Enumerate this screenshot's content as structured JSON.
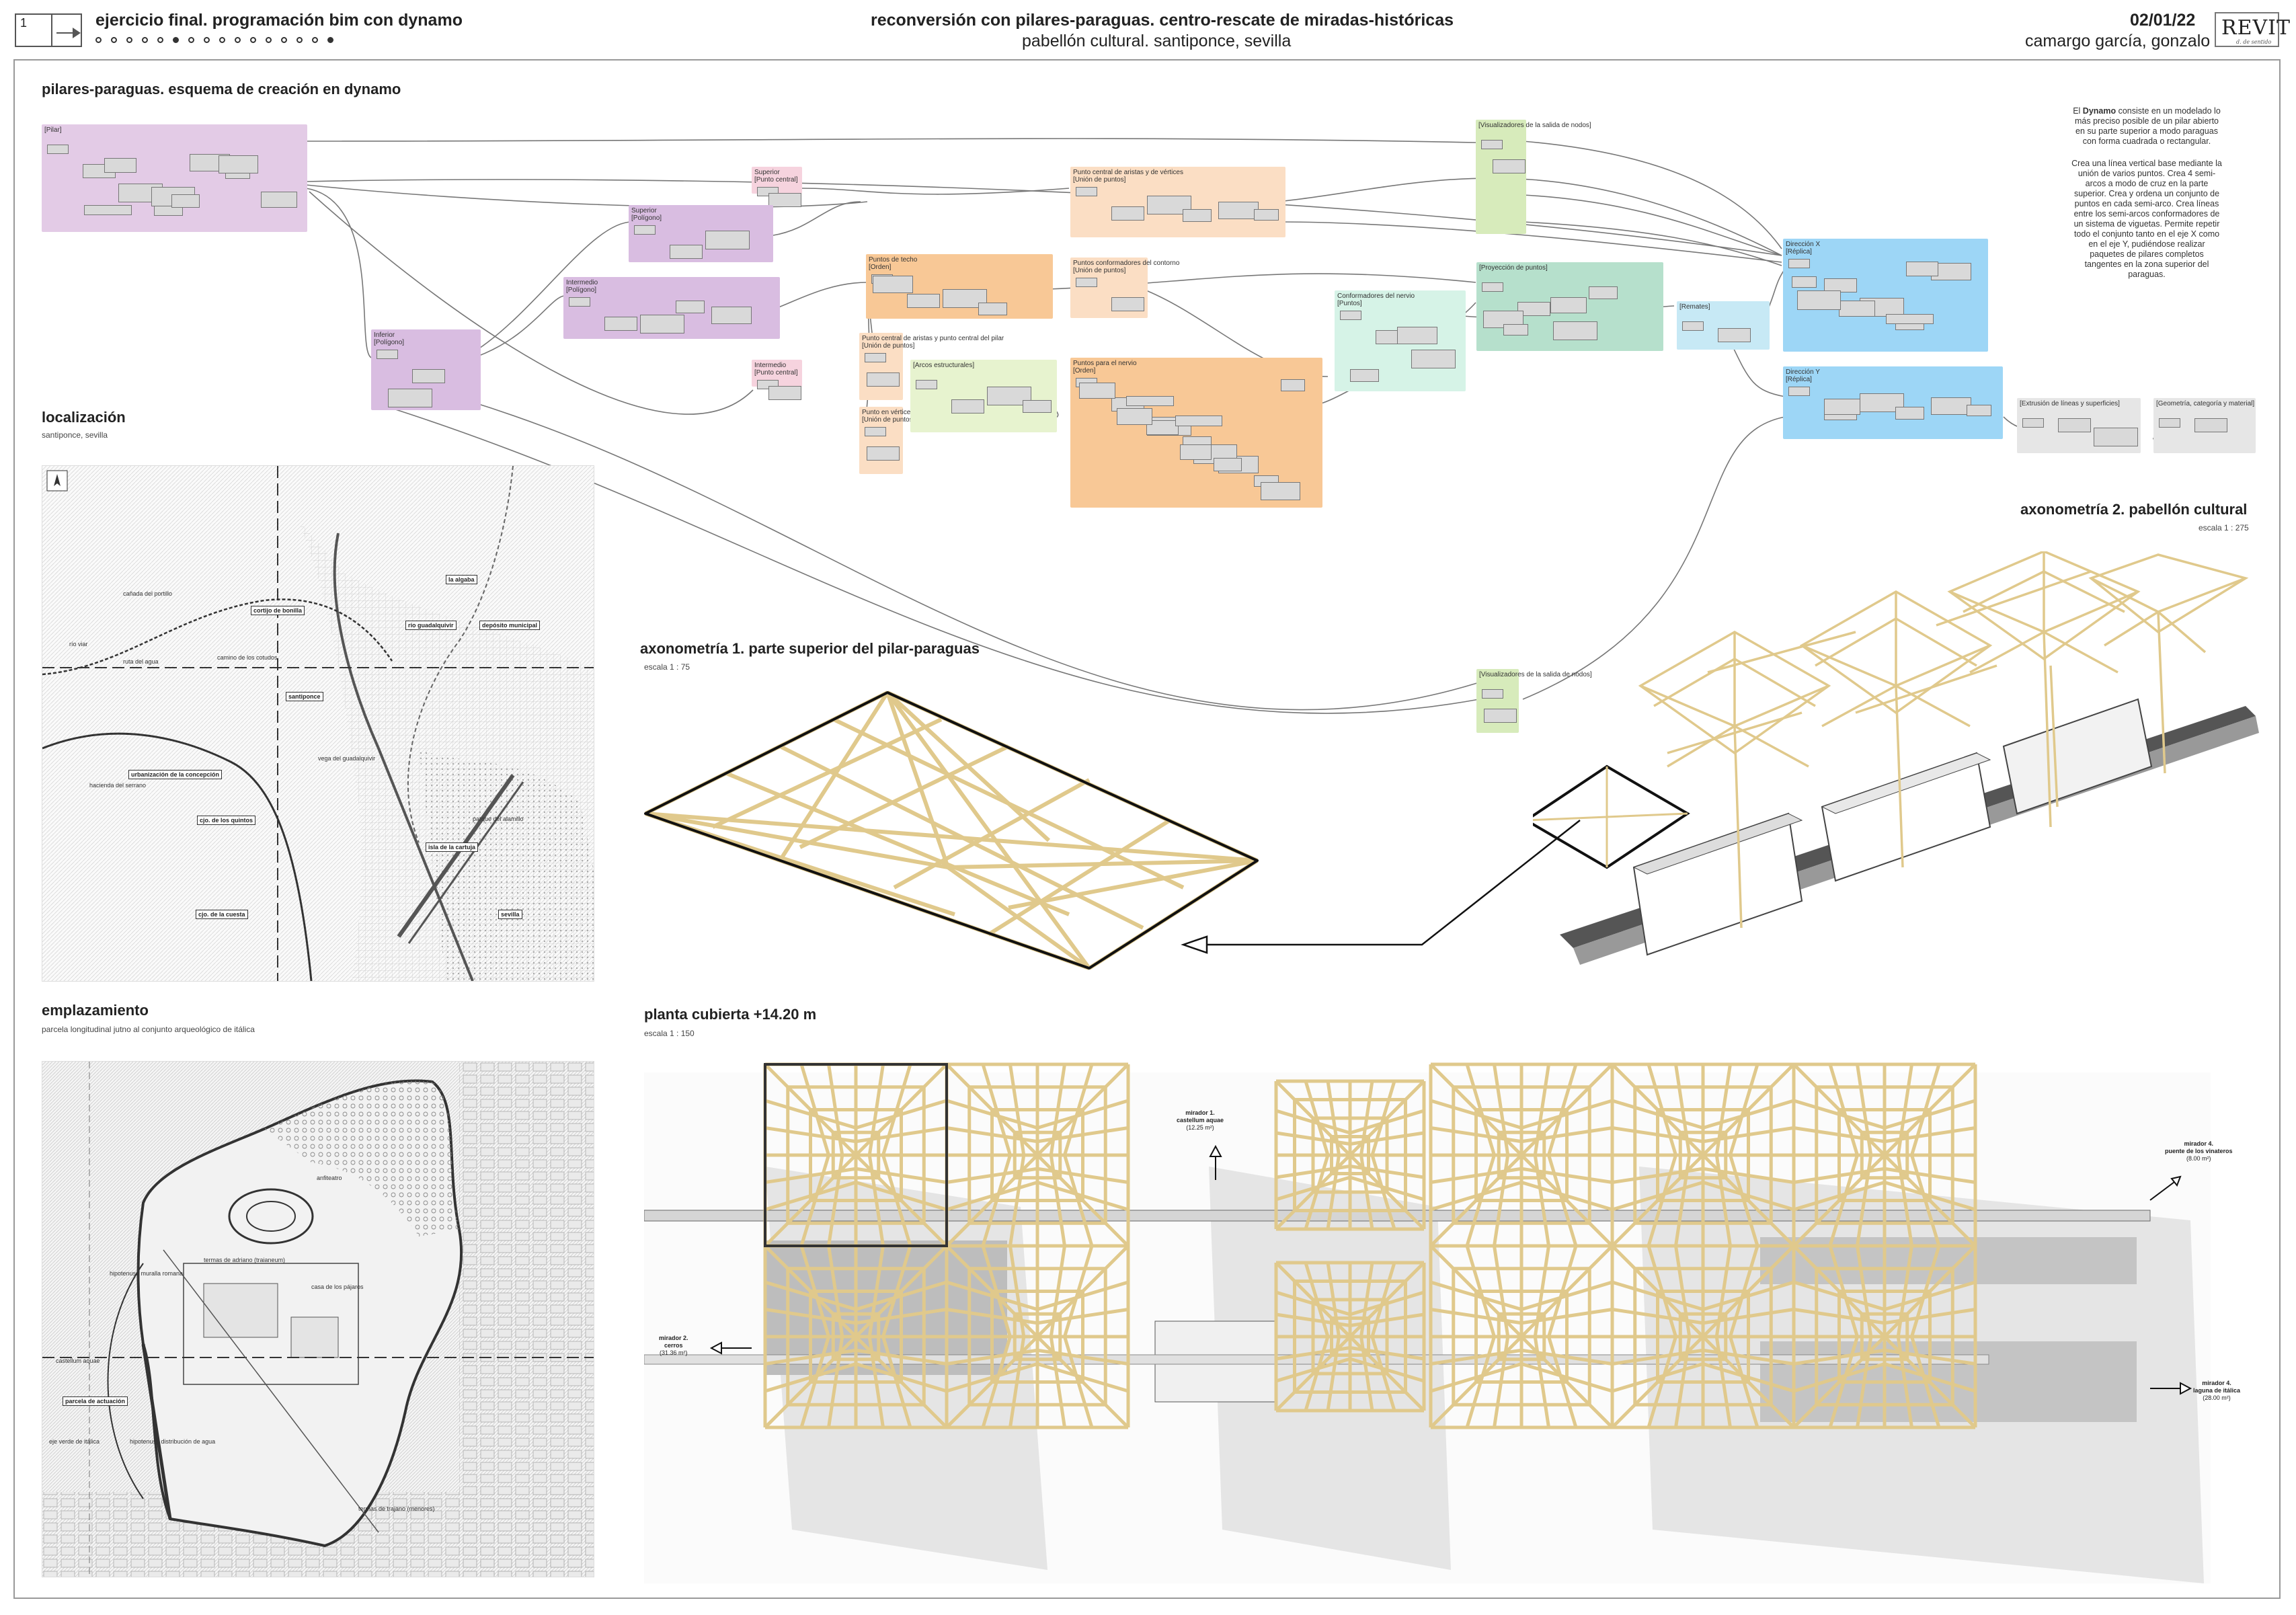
{
  "header": {
    "sheet_number": "1",
    "course_title": "ejercicio final. programación bim con dynamo",
    "project_title": "reconversión con pilares-paraguas. centro-rescate de miradas-históricas",
    "project_subtitle": "pabellón cultural. santiponce, sevilla",
    "date": "02/01/22",
    "author": "camargo garcía, gonzalo",
    "logo_text": "REVIT",
    "logo_sub": "d. de sentido"
  },
  "dynamo": {
    "title": "pilares-paraguas. esquema de creación en dynamo",
    "description_p1_pre": "El ",
    "description_p1_bold": "Dynamo",
    "description_p1_post": " consiste en un modelado lo más preciso posible de un pilar abierto en su parte superior a modo paraguas con forma cuadrada o rectangular.",
    "description_p2": "Crea una línea vertical base mediante la unión de varios puntos. Crea 4 semi-arcos a modo de cruz en la parte superior. Crea y ordena un conjunto de puntos en cada semi-arco. Crea líneas entre los semi-arcos conformadores de un sistema de viguetas. Permite repetir todo el conjunto tanto en el eje X como en el eje Y, pudiéndose realizar paquetes de pilares completos tangentes en la zona superior del paraguas.",
    "groups": [
      {
        "id": "pilar",
        "label": "[Pilar]",
        "color": "#e3cbe6"
      },
      {
        "id": "superior-punto",
        "label": "Superior\n[Punto central]",
        "color": "#f6d3de"
      },
      {
        "id": "superior",
        "label": "Superior\n[Polígono]",
        "color": "#d9bde1"
      },
      {
        "id": "intermedio",
        "label": "Intermedio\n[Polígono]",
        "color": "#d9bde1"
      },
      {
        "id": "inferior",
        "label": "Inferior\n[Polígono]",
        "color": "#d9bde1"
      },
      {
        "id": "intermedio-punto",
        "label": "Intermedio\n[Punto central]",
        "color": "#f6d3de"
      },
      {
        "id": "punto-central-aristas",
        "label": "Punto central de aristas y de vértices\n[Unión de puntos]",
        "color": "#fbdec4"
      },
      {
        "id": "puntos-techo",
        "label": "Puntos de techo\n[Orden]",
        "color": "#f8c896"
      },
      {
        "id": "puntos-conformadores",
        "label": "Puntos conformadores del contorno\n[Unión de puntos]",
        "color": "#fbdec4"
      },
      {
        "id": "punto-central-aristas-pilar",
        "label": "Punto central de aristas y punto central del pilar\n[Unión de puntos]",
        "color": "#fbdec4"
      },
      {
        "id": "puntos-vertices",
        "label": "Punto en vértices de aristas y punto central del pilar\n[Unión de puntos]",
        "color": "#fbdec4"
      },
      {
        "id": "arcos",
        "label": "[Arcos estructurales]",
        "color": "#e7f3cf"
      },
      {
        "id": "puntos-nervio",
        "label": "Puntos para el nervio\n[Orden]",
        "color": "#f8c896"
      },
      {
        "id": "conformadores-nervio",
        "label": "Conformadores del nervio\n[Puntos]",
        "color": "#d6f3e7"
      },
      {
        "id": "visualizadores-1",
        "label": "[Visualizadores de la salida de nodos]",
        "color": "#d7ebbb"
      },
      {
        "id": "proyeccion",
        "label": "[Proyección de puntos]",
        "color": "#b6e0cc"
      },
      {
        "id": "remates",
        "label": "[Remates]",
        "color": "#c7e9f5"
      },
      {
        "id": "direccion-x",
        "label": "Dirección X\n[Réplica]",
        "color": "#9dd6f6"
      },
      {
        "id": "direccion-y",
        "label": "Dirección Y\n[Réplica]",
        "color": "#9dd6f6"
      },
      {
        "id": "extrusion",
        "label": "[Extrusión de líneas y superficies]",
        "color": "#e6e6e6"
      },
      {
        "id": "geometria",
        "label": "[Geometría, categoría y material]",
        "color": "#e6e6e6"
      },
      {
        "id": "visualizadores-2",
        "label": "[Visualizadores de la salida de nodos]",
        "color": "#d7ebbb"
      }
    ]
  },
  "localizacion": {
    "title": "localización",
    "subtitle": "santiponce, sevilla",
    "labels": [
      "la algaba",
      "cortijo de bonilla",
      "río guadalquivir",
      "depósito municipal",
      "santiponce",
      "urbanización de la concepción",
      "cjo. de los quintos",
      "cjo. de la cuesta",
      "isla de la cartuja",
      "sevilla"
    ],
    "texts": [
      "cañada del portillo",
      "río viar",
      "camino de los cotudos",
      "hacienda del serrano",
      "parque del alamillo",
      "vega del guadalquivir",
      "ruta del agua"
    ]
  },
  "emplazamiento": {
    "title": "emplazamiento",
    "subtitle": "parcela longitudinal jutno al conjunto arqueológico de itálica",
    "labels": [
      "parcela de actuación"
    ],
    "texts": [
      "anfiteatro",
      "termas de adriano (traianeum)",
      "casa de los pájaros",
      "hipotenusa muralla romana",
      "castellum aquae",
      "eje verde de itálica",
      "hipotenusa distribución de agua",
      "termas de trajano (menores)"
    ]
  },
  "axo1": {
    "title": "axonometría 1. parte superior del pilar-paraguas",
    "scale": "escala    1 : 75"
  },
  "axo2": {
    "title": "axonometría 2. pabellón cultural",
    "scale": "escala    1 : 275"
  },
  "planta": {
    "title": "planta cubierta +14.20 m",
    "scale": "escala    1 : 150",
    "miradores": [
      {
        "name": "mirador 1.",
        "place": "castellum aquae",
        "area": "(12.25 m²)"
      },
      {
        "name": "mirador 2.",
        "place": "cerros",
        "area": "(31.36 m²)"
      },
      {
        "name": "mirador 4.",
        "place": "puente de los vinateros",
        "area": "(8.00 m²)"
      },
      {
        "name": "mirador 4.",
        "place": "laguna de itálica",
        "area": "(28.00 m²)"
      }
    ]
  },
  "colors": {
    "wood": "#e0c98c",
    "wood_dark": "#c9ad62",
    "frame": "#999999"
  }
}
